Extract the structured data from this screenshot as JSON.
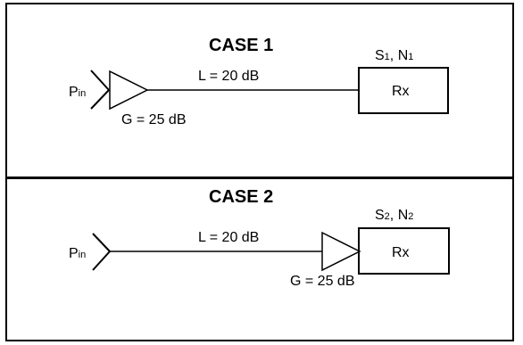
{
  "case1": {
    "title": "CASE 1",
    "input_label": "P",
    "input_sub": "in",
    "loss_label": "L = 20 dB",
    "gain_label": "G = 25 dB",
    "receiver_label": "Rx",
    "out_s": "S",
    "out_s_sub": "1",
    "out_sep": ", N",
    "out_n_sub": "1"
  },
  "case2": {
    "title": "CASE 2",
    "input_label": "P",
    "input_sub": "in",
    "loss_label": "L = 20 dB",
    "gain_label": "G = 25 dB",
    "receiver_label": "Rx",
    "out_s": "S",
    "out_s_sub": "2",
    "out_sep": ", N",
    "out_n_sub": "2"
  }
}
